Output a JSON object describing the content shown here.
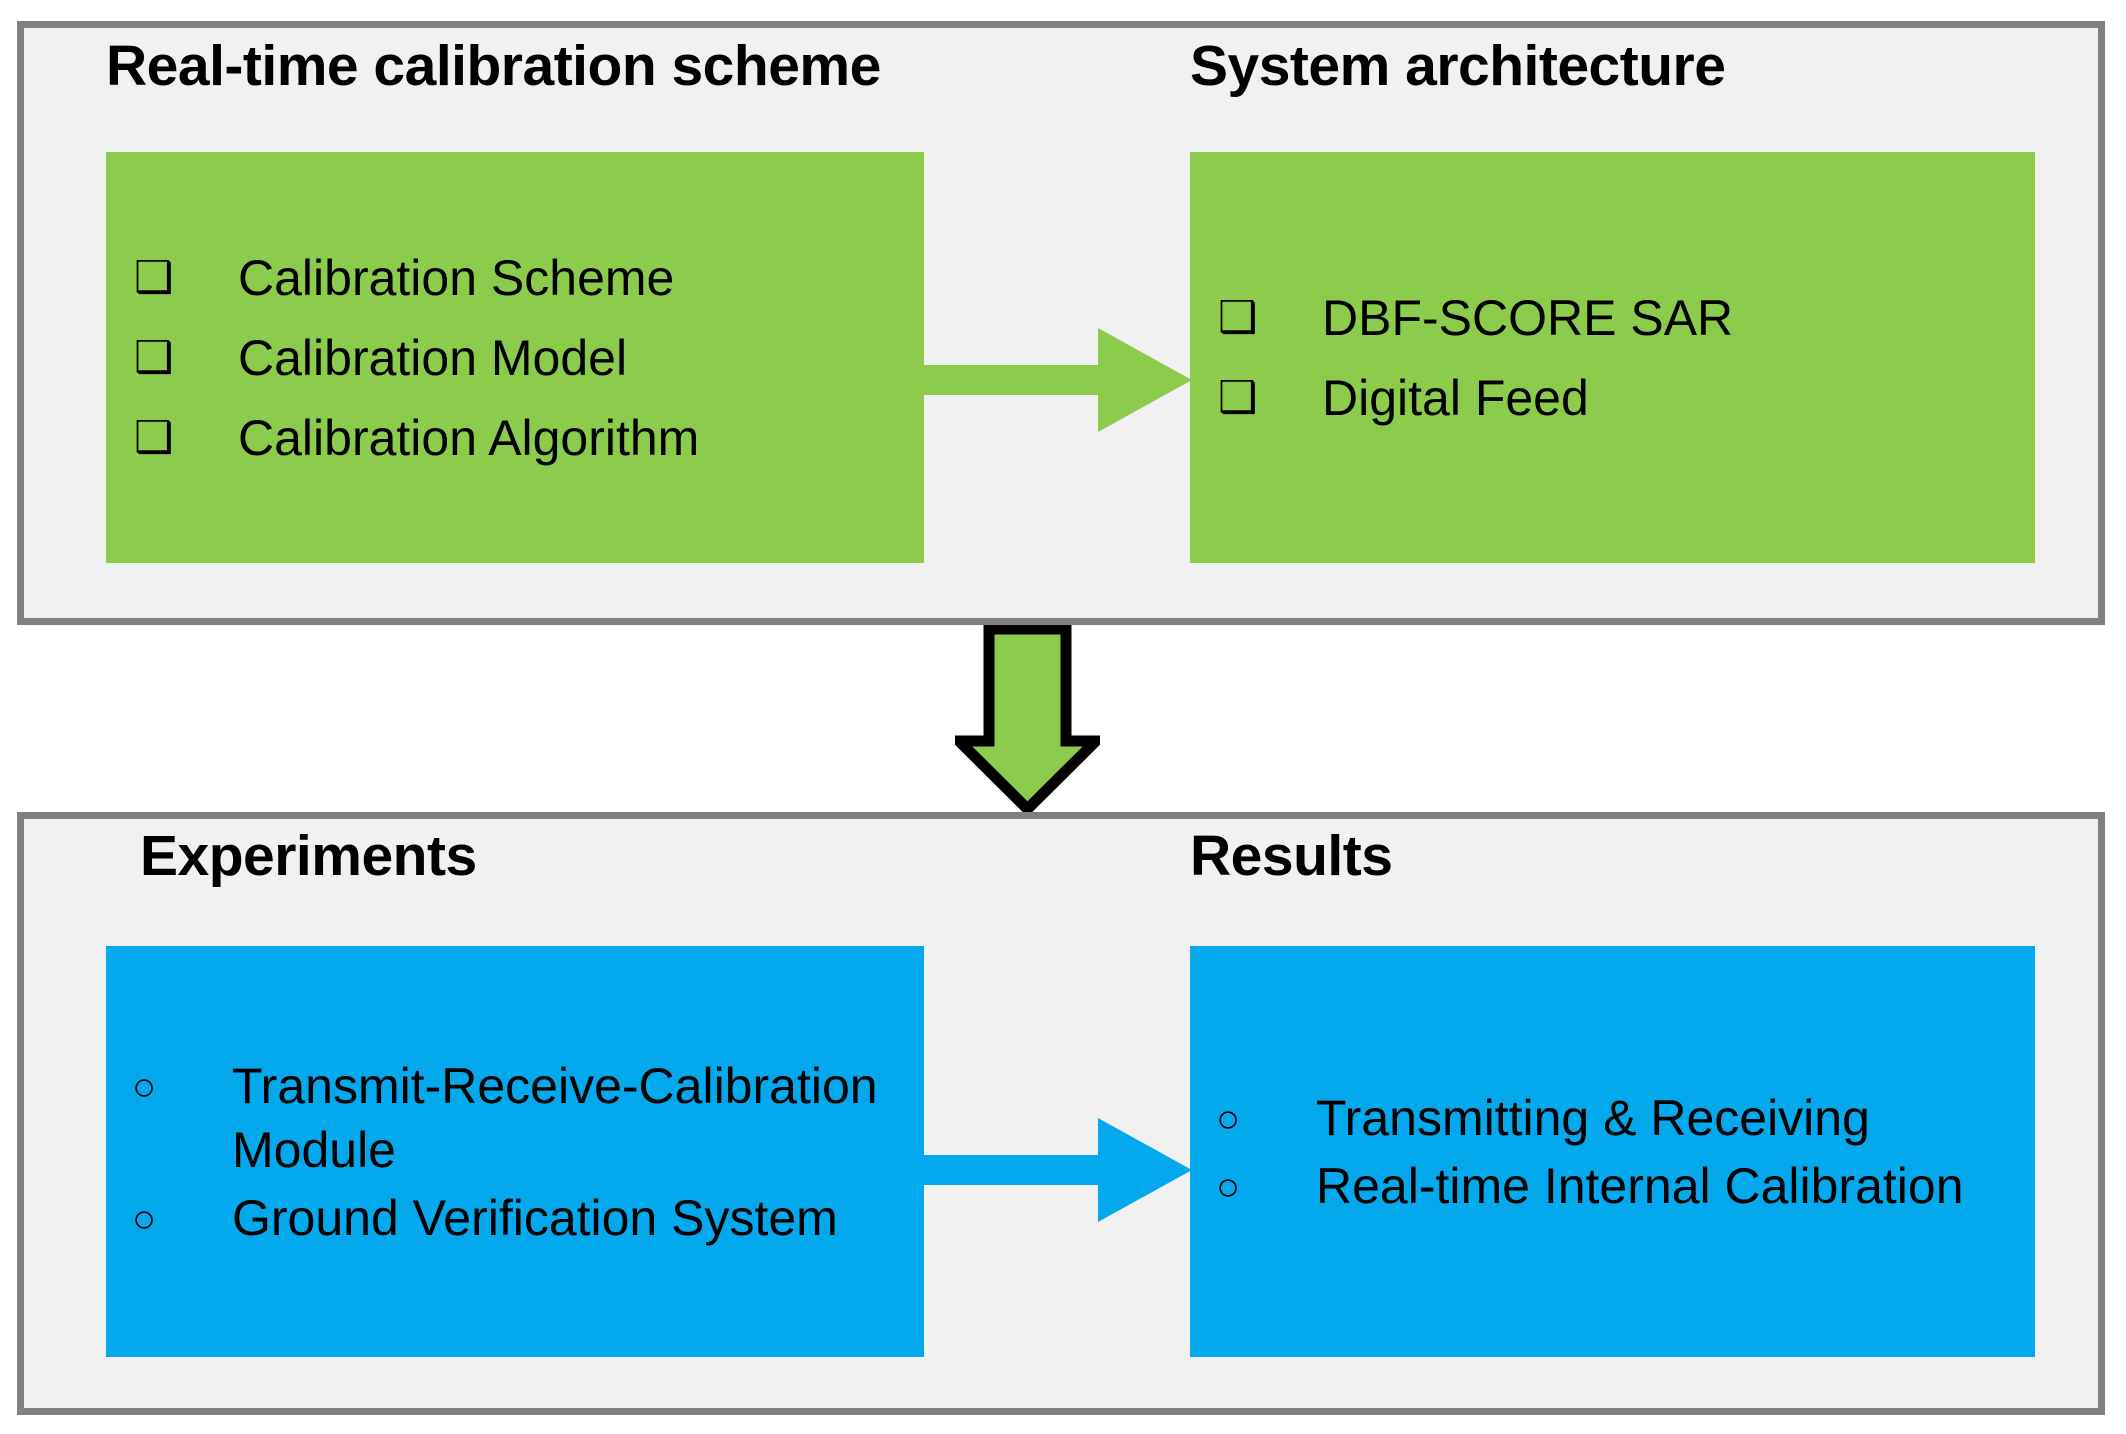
{
  "colors": {
    "green": "#8CCB4B",
    "blue": "#03A9EC",
    "panel_fill": "#F1F1F1",
    "panel_border": "#808080",
    "text": "#000000",
    "arrow_outline": "#000000"
  },
  "top_panel": {
    "left_heading": "Real-time calibration scheme",
    "right_heading": "System architecture",
    "left_box": {
      "bullet_glyph": "❑",
      "items": [
        "Calibration Scheme",
        "Calibration Model",
        "Calibration Algorithm"
      ]
    },
    "right_box": {
      "bullet_glyph": "❑",
      "items": [
        "DBF-SCORE SAR",
        "Digital Feed"
      ]
    },
    "connector": {
      "name": "right-arrow-icon",
      "direction": "right",
      "color": "#8CCB4B"
    }
  },
  "bottom_panel": {
    "left_heading": "Experiments",
    "right_heading": "Results",
    "left_box": {
      "bullet_glyph": "○",
      "items": [
        "Transmit-Receive-Calibration Module",
        "Ground Verification System"
      ]
    },
    "right_box": {
      "bullet_glyph": "○",
      "items": [
        "Transmitting & Receiving",
        "Real-time Internal Calibration"
      ]
    },
    "connector": {
      "name": "right-arrow-icon",
      "direction": "right",
      "color": "#03A9EC"
    }
  },
  "flow_connector": {
    "name": "down-arrow-icon",
    "direction": "down",
    "fill": "#8CCB4B",
    "outline": "#000000"
  }
}
